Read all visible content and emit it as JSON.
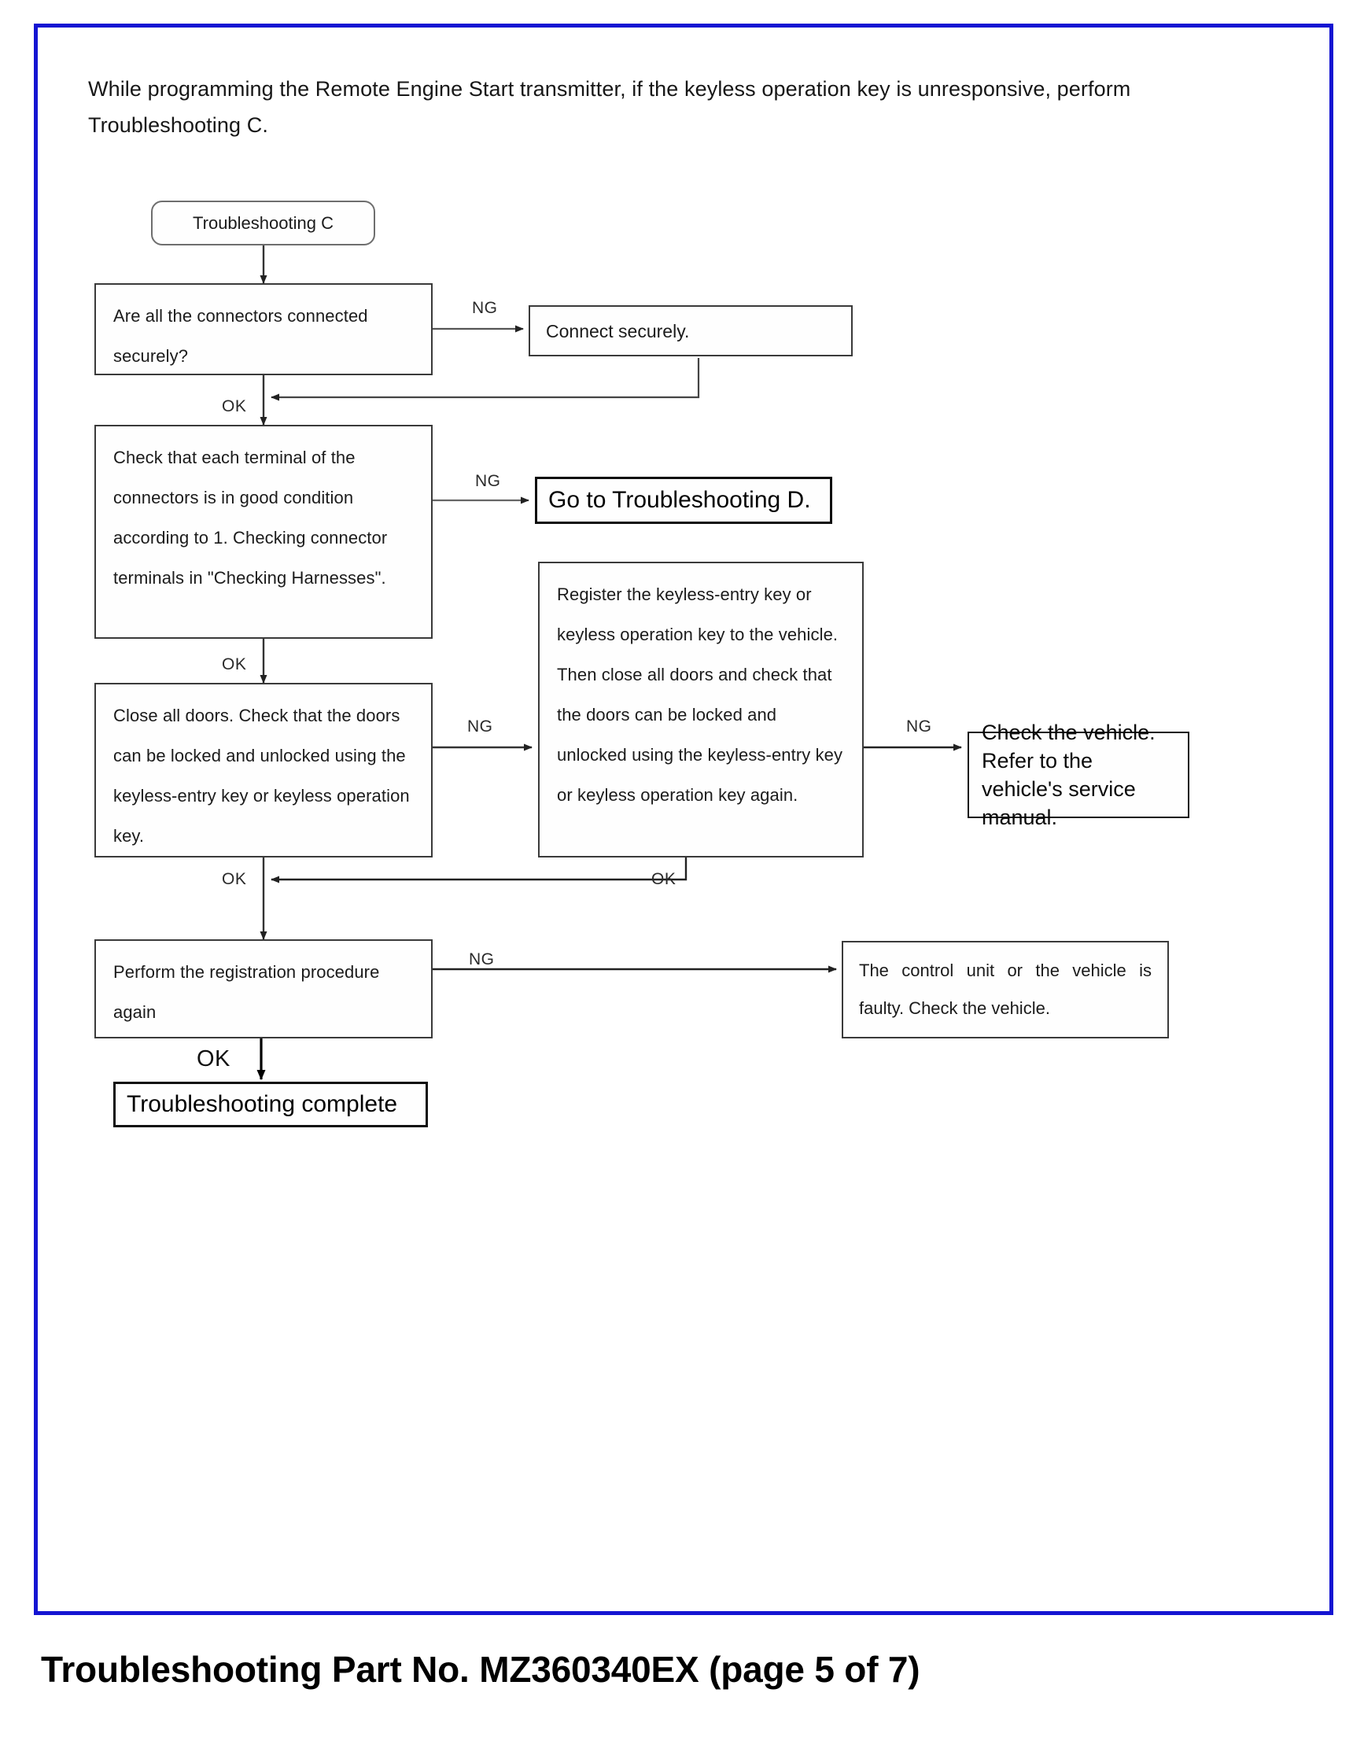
{
  "page": {
    "intro": "While programming the Remote Engine Start transmitter, if the keyless operation key is unresponsive, perform Troubleshooting C.",
    "frame_color": "#1414d2",
    "footer": "Troubleshooting Part No. MZ360340EX (page 5 of 7)"
  },
  "flowchart": {
    "type": "flowchart",
    "nodes": {
      "start": "Troubleshooting C",
      "q1": "Are all the connectors connected securely?",
      "a1": "Connect securely.",
      "q2": "Check that each terminal of the connectors is in good condition according to 1. Checking connector terminals in \"Checking Harnesses\".",
      "a2": "Go to Troubleshooting D.",
      "q3": "Close all doors. Check that the doors can be locked and unlocked using the keyless-entry key or keyless operation key.",
      "q4": "Register the keyless-entry key or keyless operation key to the vehicle. Then close all doors and check that the doors can be locked and unlocked using the keyless-entry key or keyless operation key again.",
      "a4": "Check the vehicle. Refer to the vehicle's service manual.",
      "q5": "Perform the registration procedure again",
      "a5": "The control unit or the vehicle is faulty. Check the vehicle.",
      "end": "Troubleshooting complete"
    },
    "edge_labels": {
      "q1_ng": "NG",
      "q1_ok": "OK",
      "q2_ng": "NG",
      "q2_ok": "OK",
      "q3_ng": "NG",
      "q3_ok": "OK",
      "q4_ng": "NG",
      "q4_ok": "OK",
      "q5_ng": "NG",
      "q5_ok": "OK"
    }
  }
}
